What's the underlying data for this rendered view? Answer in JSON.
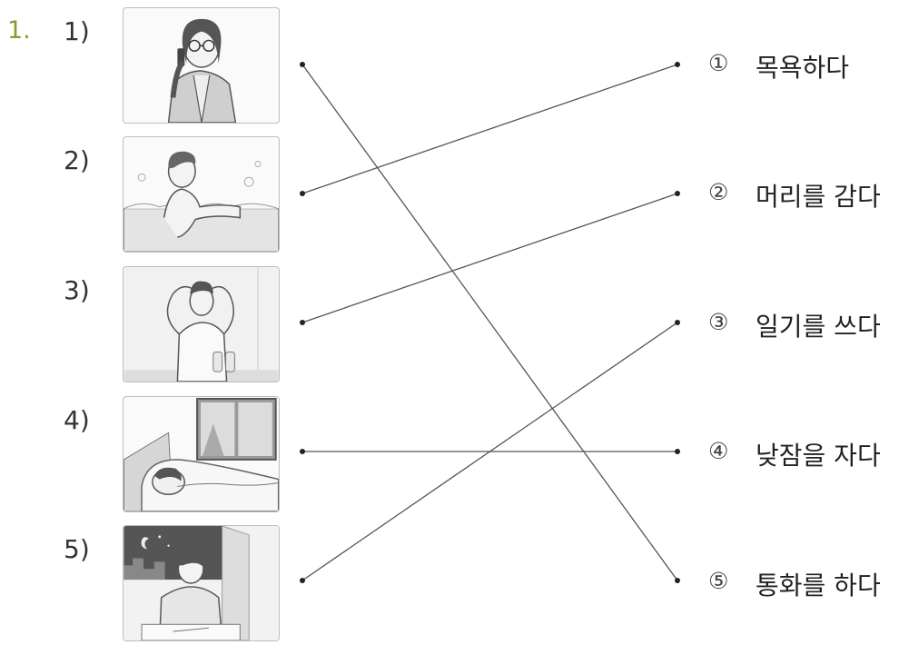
{
  "question": {
    "number": "1."
  },
  "items": [
    {
      "label": "1)",
      "picture": "woman-phone-icon"
    },
    {
      "label": "2)",
      "picture": "man-bath-icon"
    },
    {
      "label": "3)",
      "picture": "man-washing-hair-icon"
    },
    {
      "label": "4)",
      "picture": "person-napping-icon"
    },
    {
      "label": "5)",
      "picture": "man-writing-night-icon"
    }
  ],
  "options": [
    {
      "marker": "①",
      "text": "목욕하다"
    },
    {
      "marker": "②",
      "text": "머리를 감다"
    },
    {
      "marker": "③",
      "text": "일기를 쓰다"
    },
    {
      "marker": "④",
      "text": "낮잠을 자다"
    },
    {
      "marker": "⑤",
      "text": "통화를 하다"
    }
  ],
  "matches": [
    {
      "item": 1,
      "option": 5
    },
    {
      "item": 2,
      "option": 1
    },
    {
      "item": 3,
      "option": 2
    },
    {
      "item": 4,
      "option": 4
    },
    {
      "item": 5,
      "option": 3
    }
  ]
}
